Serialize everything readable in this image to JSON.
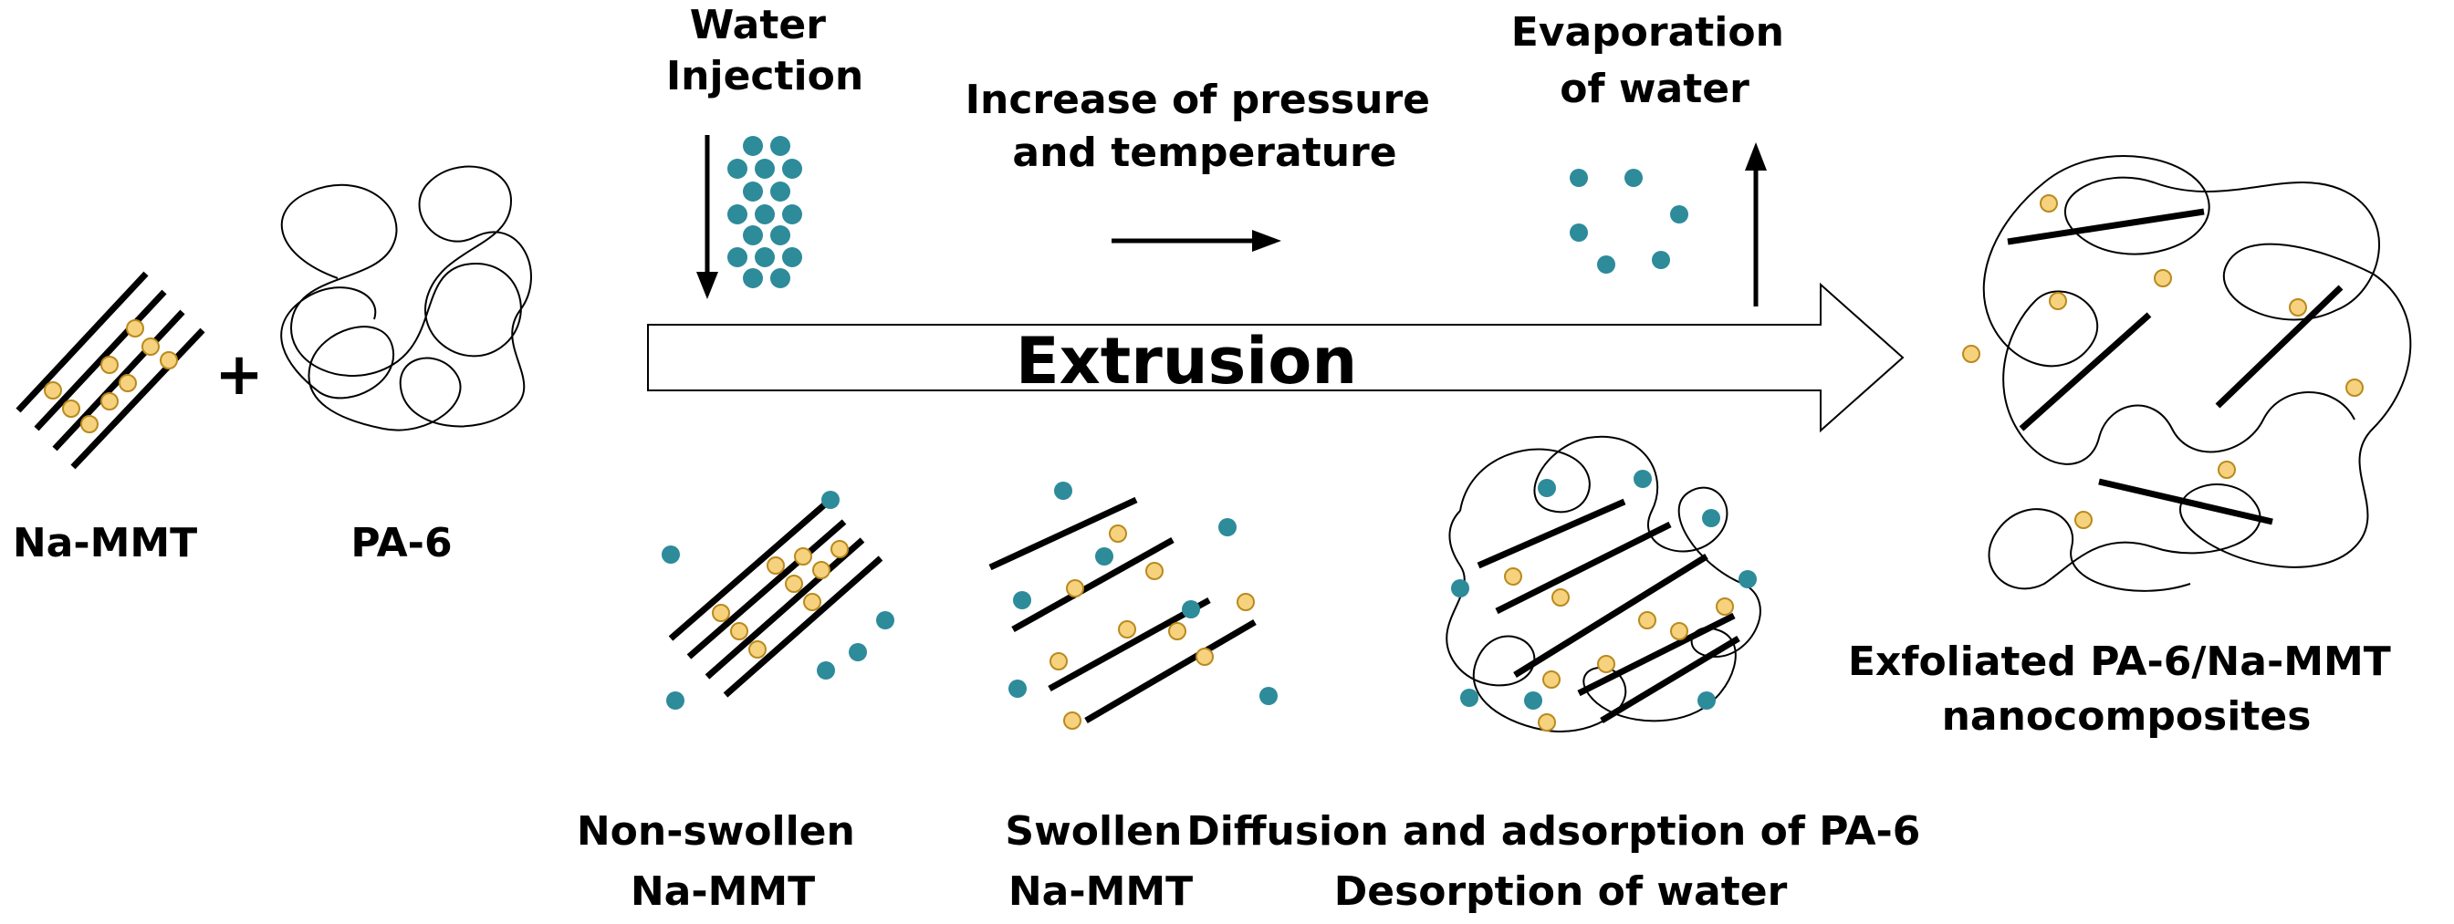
{
  "labels": {
    "water_injection": [
      "Water",
      "Injection"
    ],
    "increase_pressure": [
      "Increase of pressure",
      "and temperature"
    ],
    "evaporation": [
      "Evaporation",
      "of water"
    ],
    "extrusion": "Extrusion",
    "plus": "+",
    "na_mmt": "Na-MMT",
    "pa6": "PA-6",
    "non_swollen": [
      "Non-swollen",
      "Na-MMT"
    ],
    "swollen": [
      "Swollen",
      "Na-MMT"
    ],
    "diffusion": [
      "Diffusion and adsorption of PA-6",
      "Desorption of water"
    ],
    "exfoliated": [
      "Exfoliated PA-6/Na-MMT",
      "nanocomposites"
    ]
  },
  "colors": {
    "water_dot": "#2d8b9a",
    "cation_dot": "#f7d27e",
    "cation_stroke": "#b98a1e",
    "line": "#000000"
  }
}
